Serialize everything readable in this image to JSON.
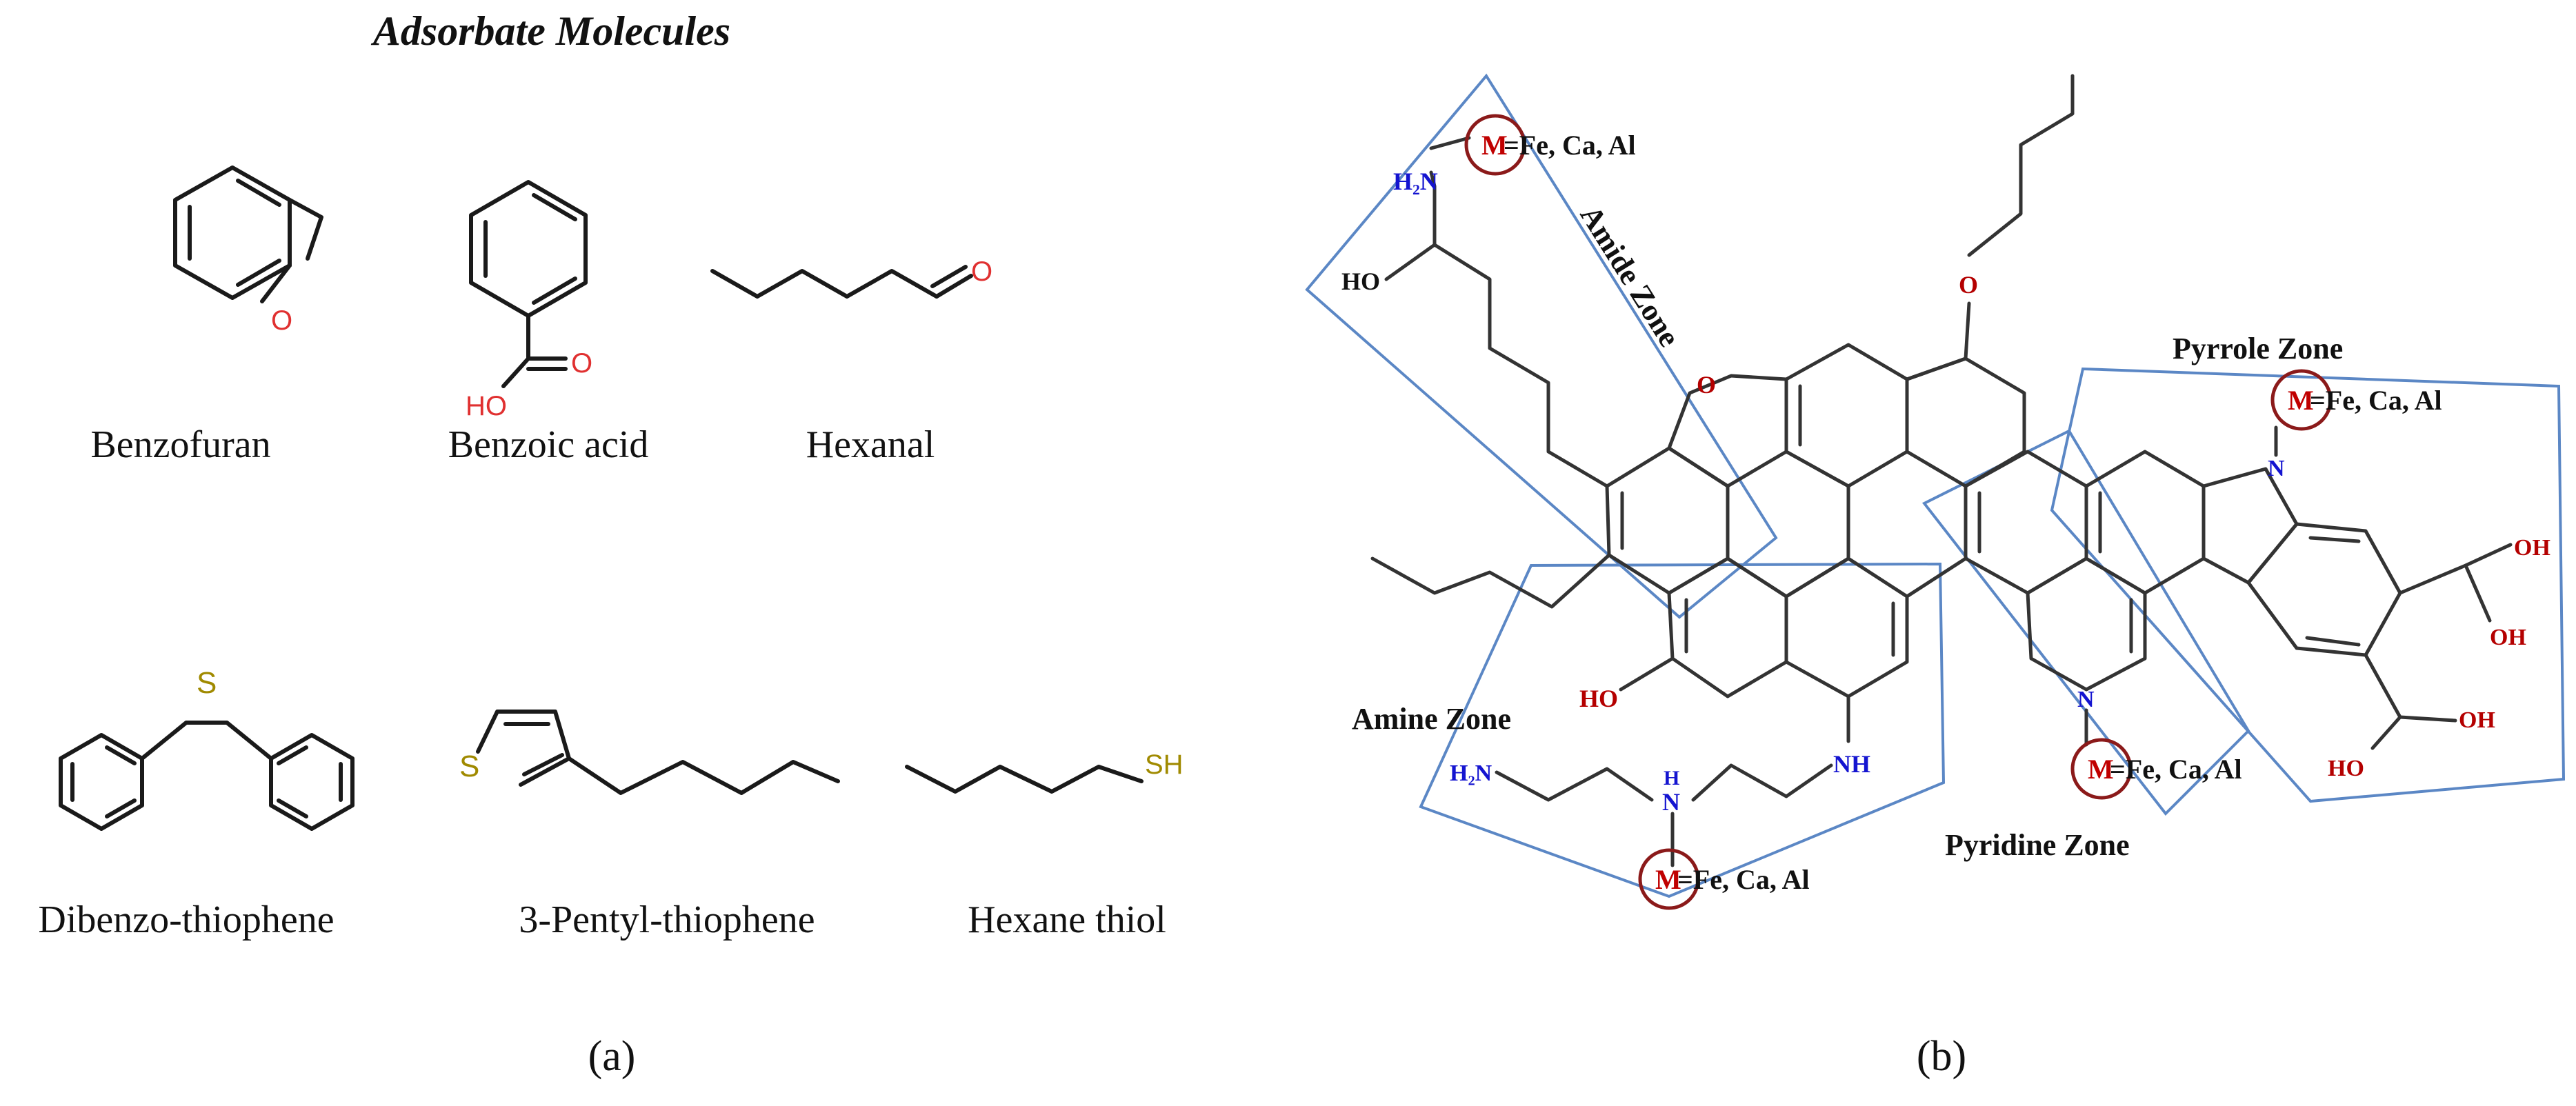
{
  "panel_a": {
    "title": "Adsorbate Molecules",
    "molecules": [
      {
        "name": "Benzofuran",
        "atoms": [
          "O"
        ]
      },
      {
        "name": "Benzoic acid",
        "atoms": [
          "O",
          "HO"
        ]
      },
      {
        "name": "Hexanal",
        "atoms": [
          "O"
        ]
      },
      {
        "name": "Dibenzo-thiophene",
        "atoms": [
          "S"
        ]
      },
      {
        "name": "3-Pentyl-thiophene",
        "atoms": [
          "S"
        ]
      },
      {
        "name": "Hexane thiol",
        "atoms": [
          "SH"
        ]
      }
    ],
    "sublabel": "(a)"
  },
  "panel_b": {
    "zones": {
      "amide": "Amide  Zone",
      "pyrrole": "Pyrrole  Zone",
      "amine": "Amine  Zone",
      "pyridine": "Pyridine  Zone"
    },
    "metal_symbol": "M",
    "metal_list": "=Fe, Ca, Al",
    "atoms": {
      "h2n_top": "H₂N",
      "ho_left": "HO",
      "o_furan": "O",
      "o_ether": "O",
      "n_pyrrole": "N",
      "oh_r1": "OH",
      "oh_r2": "OH",
      "oh_r3": "OH",
      "ho_r4": "HO",
      "n_pyridine": "N",
      "ho_ring": "HO",
      "nh": "NH",
      "h2n_chain": "H₂N",
      "h_amine": "H",
      "n_amine": "N"
    },
    "sublabel": "(b)"
  },
  "colors": {
    "zone_border": "#5b87c5",
    "metal_circle": "#8b1a1a",
    "nitrogen": "#1414d0",
    "oxygen": "#b40000"
  }
}
